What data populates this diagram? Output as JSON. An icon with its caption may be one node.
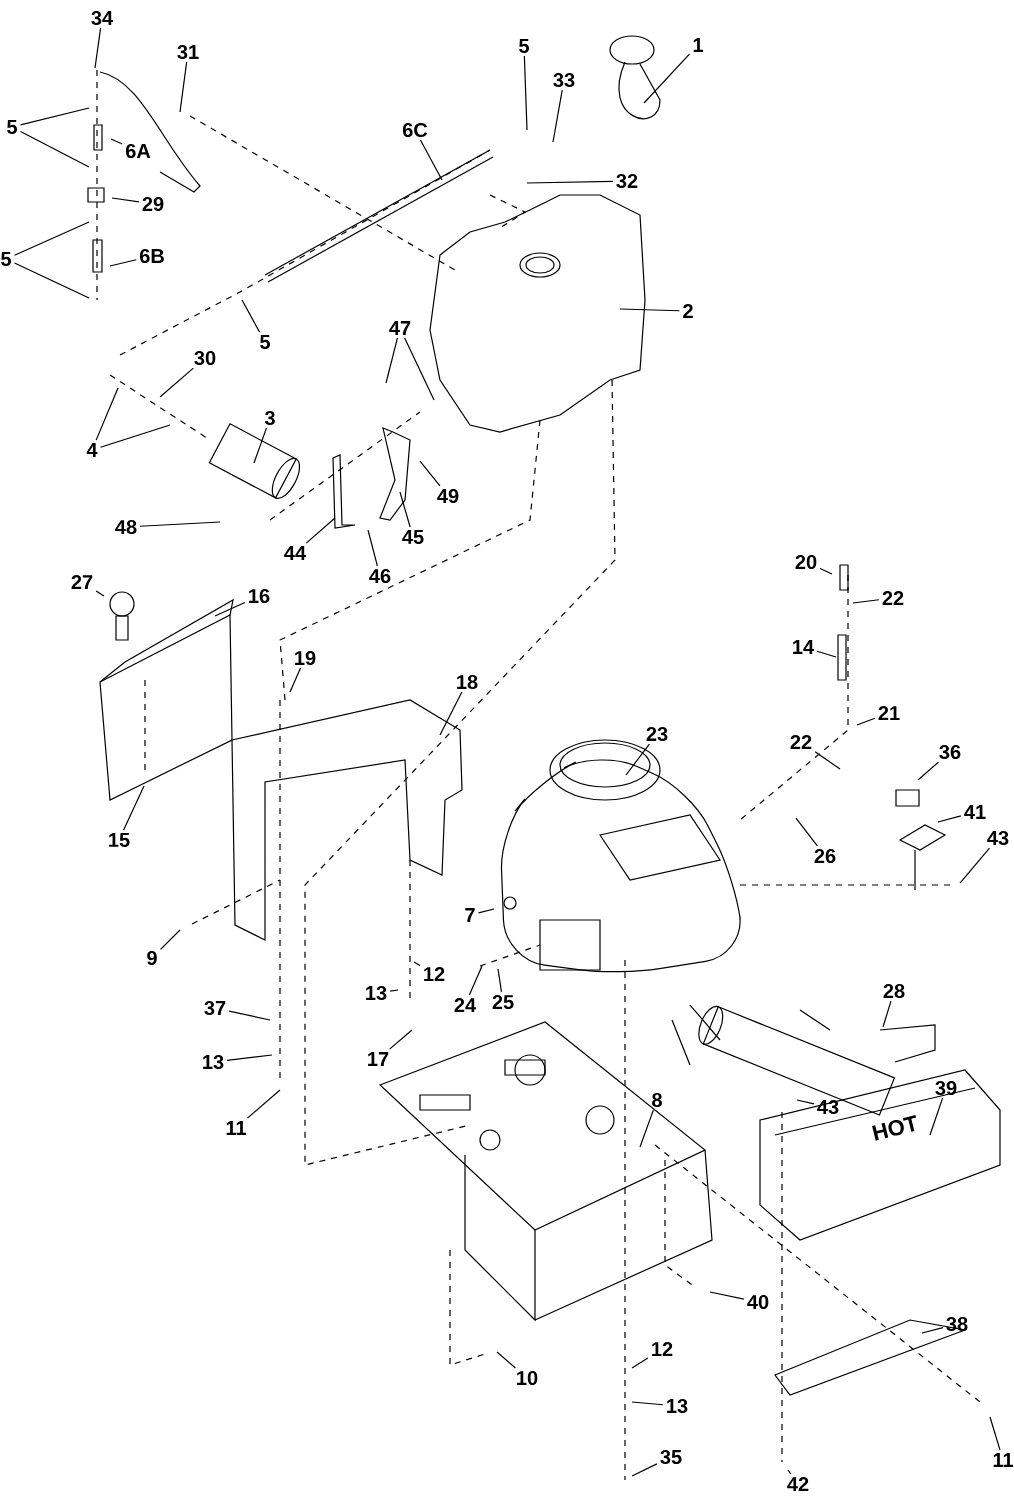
{
  "diagram": {
    "nodes": [
      {
        "text": [
          "34"
        ]
      },
      {
        "text": [
          "31"
        ]
      },
      {
        "text": [
          "5"
        ]
      },
      {
        "text": [
          "6A"
        ]
      },
      {
        "text": [
          "29"
        ]
      },
      {
        "text": [
          "5"
        ]
      },
      {
        "text": [
          "6B"
        ]
      },
      {
        "text": [
          "6C"
        ]
      },
      {
        "text": [
          "5"
        ]
      },
      {
        "text": [
          "33"
        ]
      },
      {
        "text": [
          "1"
        ]
      },
      {
        "text": [
          "32"
        ]
      },
      {
        "text": [
          "2"
        ]
      },
      {
        "text": [
          "5"
        ]
      },
      {
        "text": [
          "30"
        ]
      },
      {
        "text": [
          "4"
        ]
      },
      {
        "text": [
          "3"
        ]
      },
      {
        "text": [
          "47"
        ]
      },
      {
        "text": [
          "49"
        ]
      },
      {
        "text": [
          "48"
        ]
      },
      {
        "text": [
          "44"
        ]
      },
      {
        "text": [
          "45"
        ]
      },
      {
        "text": [
          "46"
        ]
      },
      {
        "text": [
          "27"
        ]
      },
      {
        "text": [
          "16"
        ]
      },
      {
        "text": [
          "19"
        ]
      },
      {
        "text": [
          "18"
        ]
      },
      {
        "text": [
          "15"
        ]
      },
      {
        "text": [
          "20"
        ]
      },
      {
        "text": [
          "22"
        ]
      },
      {
        "text": [
          "14"
        ]
      },
      {
        "text": [
          "21"
        ]
      },
      {
        "text": [
          "23"
        ]
      },
      {
        "text": [
          "22"
        ]
      },
      {
        "text": [
          "36"
        ]
      },
      {
        "text": [
          "41"
        ]
      },
      {
        "text": [
          "43"
        ]
      },
      {
        "text": [
          "26"
        ]
      },
      {
        "text": [
          "7"
        ]
      },
      {
        "text": [
          "9"
        ]
      },
      {
        "text": [
          "12"
        ]
      },
      {
        "text": [
          "13"
        ]
      },
      {
        "text": [
          "24"
        ]
      },
      {
        "text": [
          "25"
        ]
      },
      {
        "text": [
          "37"
        ]
      },
      {
        "text": [
          "13"
        ]
      },
      {
        "text": [
          "28"
        ]
      },
      {
        "text": [
          "17"
        ]
      },
      {
        "text": [
          "11"
        ]
      },
      {
        "text": [
          "43"
        ]
      },
      {
        "text": [
          "39"
        ]
      },
      {
        "text": [
          "8"
        ]
      },
      {
        "text": [
          "40"
        ]
      },
      {
        "text": [
          "38"
        ]
      },
      {
        "text": [
          "12"
        ]
      },
      {
        "text": [
          "10"
        ]
      },
      {
        "text": [
          "13"
        ]
      },
      {
        "text": [
          "35"
        ]
      },
      {
        "text": [
          "11"
        ]
      },
      {
        "text": [
          "42"
        ]
      }
    ],
    "edges": [
      {
        "from": 0,
        "to": null,
        "arrow": "none"
      },
      {
        "from": 1,
        "to": null,
        "arrow": "none"
      },
      {
        "from": 2,
        "to": null,
        "arrow": "none"
      },
      {
        "from": 2,
        "to": null,
        "arrow": "none"
      },
      {
        "from": 3,
        "to": null,
        "arrow": "none"
      },
      {
        "from": 4,
        "to": null,
        "arrow": "none"
      },
      {
        "from": 5,
        "to": null,
        "arrow": "none"
      },
      {
        "from": 5,
        "to": null,
        "arrow": "none"
      },
      {
        "from": 6,
        "to": null,
        "arrow": "none"
      },
      {
        "from": 7,
        "to": null,
        "arrow": "none"
      },
      {
        "from": 8,
        "to": null,
        "arrow": "none"
      },
      {
        "from": 9,
        "to": null,
        "arrow": "none"
      },
      {
        "from": 10,
        "to": null,
        "arrow": "none"
      },
      {
        "from": 11,
        "to": null,
        "arrow": "none"
      },
      {
        "from": 12,
        "to": null,
        "arrow": "none"
      },
      {
        "from": 13,
        "to": null,
        "arrow": "none"
      },
      {
        "from": 14,
        "to": null,
        "arrow": "none"
      },
      {
        "from": 15,
        "to": null,
        "arrow": "none"
      },
      {
        "from": 15,
        "to": null,
        "arrow": "none"
      },
      {
        "from": 16,
        "to": null,
        "arrow": "none"
      },
      {
        "from": 17,
        "to": null,
        "arrow": "none"
      },
      {
        "from": 17,
        "to": null,
        "arrow": "none"
      },
      {
        "from": 18,
        "to": null,
        "arrow": "none"
      },
      {
        "from": 19,
        "to": null,
        "arrow": "none"
      },
      {
        "from": 20,
        "to": null,
        "arrow": "none"
      },
      {
        "from": 21,
        "to": null,
        "arrow": "none"
      },
      {
        "from": 22,
        "to": null,
        "arrow": "none"
      },
      {
        "from": 23,
        "to": null,
        "arrow": "none"
      },
      {
        "from": 24,
        "to": null,
        "arrow": "none"
      },
      {
        "from": 25,
        "to": null,
        "arrow": "none"
      },
      {
        "from": 26,
        "to": null,
        "arrow": "none"
      },
      {
        "from": 27,
        "to": null,
        "arrow": "none"
      },
      {
        "from": 28,
        "to": null,
        "arrow": "none"
      },
      {
        "from": 29,
        "to": null,
        "arrow": "none"
      },
      {
        "from": 30,
        "to": null,
        "arrow": "none"
      },
      {
        "from": 31,
        "to": null,
        "arrow": "none"
      },
      {
        "from": 32,
        "to": null,
        "arrow": "none"
      },
      {
        "from": 33,
        "to": null,
        "arrow": "none"
      },
      {
        "from": 34,
        "to": null,
        "arrow": "none"
      },
      {
        "from": 35,
        "to": null,
        "arrow": "none"
      },
      {
        "from": 36,
        "to": null,
        "arrow": "none"
      },
      {
        "from": 37,
        "to": null,
        "arrow": "none"
      },
      {
        "from": 38,
        "to": null,
        "arrow": "none"
      },
      {
        "from": 39,
        "to": null,
        "arrow": "none"
      },
      {
        "from": 40,
        "to": null,
        "arrow": "none"
      },
      {
        "from": 41,
        "to": null,
        "arrow": "none"
      },
      {
        "from": 42,
        "to": null,
        "arrow": "none"
      },
      {
        "from": 43,
        "to": null,
        "arrow": "none"
      },
      {
        "from": 44,
        "to": null,
        "arrow": "none"
      },
      {
        "from": 45,
        "to": null,
        "arrow": "none"
      },
      {
        "from": 46,
        "to": null,
        "arrow": "none"
      },
      {
        "from": 47,
        "to": null,
        "arrow": "none"
      },
      {
        "from": 48,
        "to": null,
        "arrow": "none"
      },
      {
        "from": 49,
        "to": null,
        "arrow": "none"
      },
      {
        "from": 50,
        "to": null,
        "arrow": "none"
      },
      {
        "from": 51,
        "to": null,
        "arrow": "none"
      },
      {
        "from": 52,
        "to": null,
        "arrow": "none"
      },
      {
        "from": 53,
        "to": null,
        "arrow": "none"
      },
      {
        "from": 54,
        "to": null,
        "arrow": "none"
      },
      {
        "from": 55,
        "to": null,
        "arrow": "none"
      },
      {
        "from": 56,
        "to": null,
        "arrow": "none"
      },
      {
        "from": 57,
        "to": null,
        "arrow": "none"
      },
      {
        "from": 58,
        "to": null,
        "arrow": "none"
      },
      {
        "from": 59,
        "to": null,
        "arrow": "none"
      }
    ],
    "labels": [
      "HOT"
    ]
  }
}
